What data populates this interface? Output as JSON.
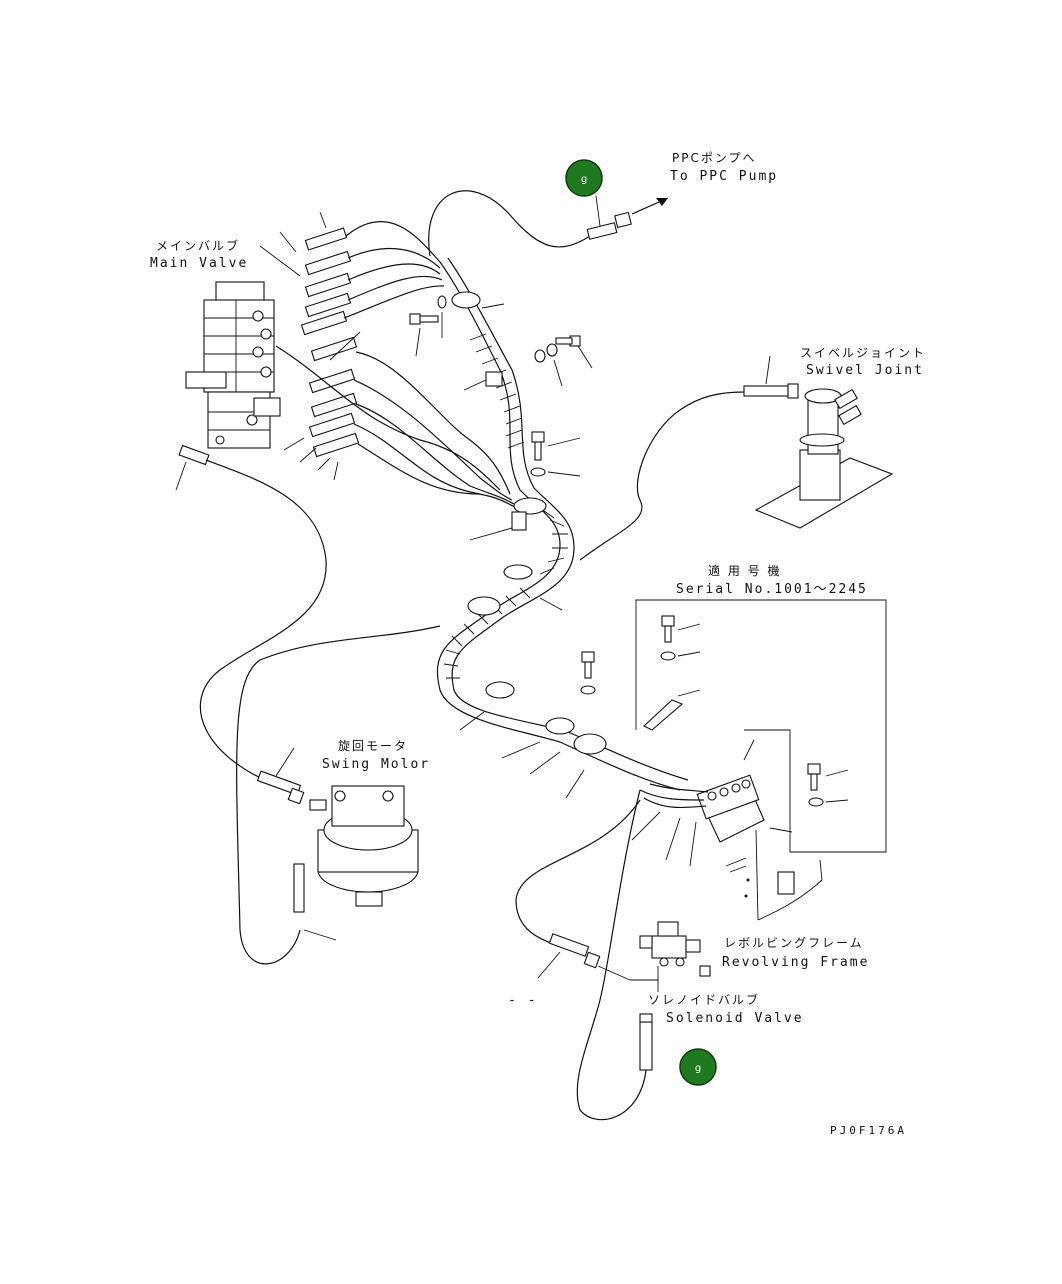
{
  "labels": {
    "ppc_pump_jp": "PPCポンプへ",
    "ppc_pump_en": "To PPC Pump",
    "main_valve_jp": "メインバルブ",
    "main_valve_en": "Main Valve",
    "swivel_joint_jp": "スイベルジョイント",
    "swivel_joint_en": "Swivel Joint",
    "serial_jp": "適 用 号 機",
    "serial_en": "Serial No.1001～2245",
    "swing_motor_jp": "旋回モータ",
    "swing_motor_en": "Swing Molor",
    "revolving_frame_jp": "レボルビングフレーム",
    "revolving_frame_en": "Revolving Frame",
    "solenoid_valve_jp": "ソレノイドバルブ",
    "solenoid_valve_en": "Solenoid Valve",
    "dash_mark": "-  -"
  },
  "badges": {
    "top": "g",
    "bottom": "g",
    "color": "#1f7a1f"
  },
  "drawing_code": "PJ0F176A"
}
